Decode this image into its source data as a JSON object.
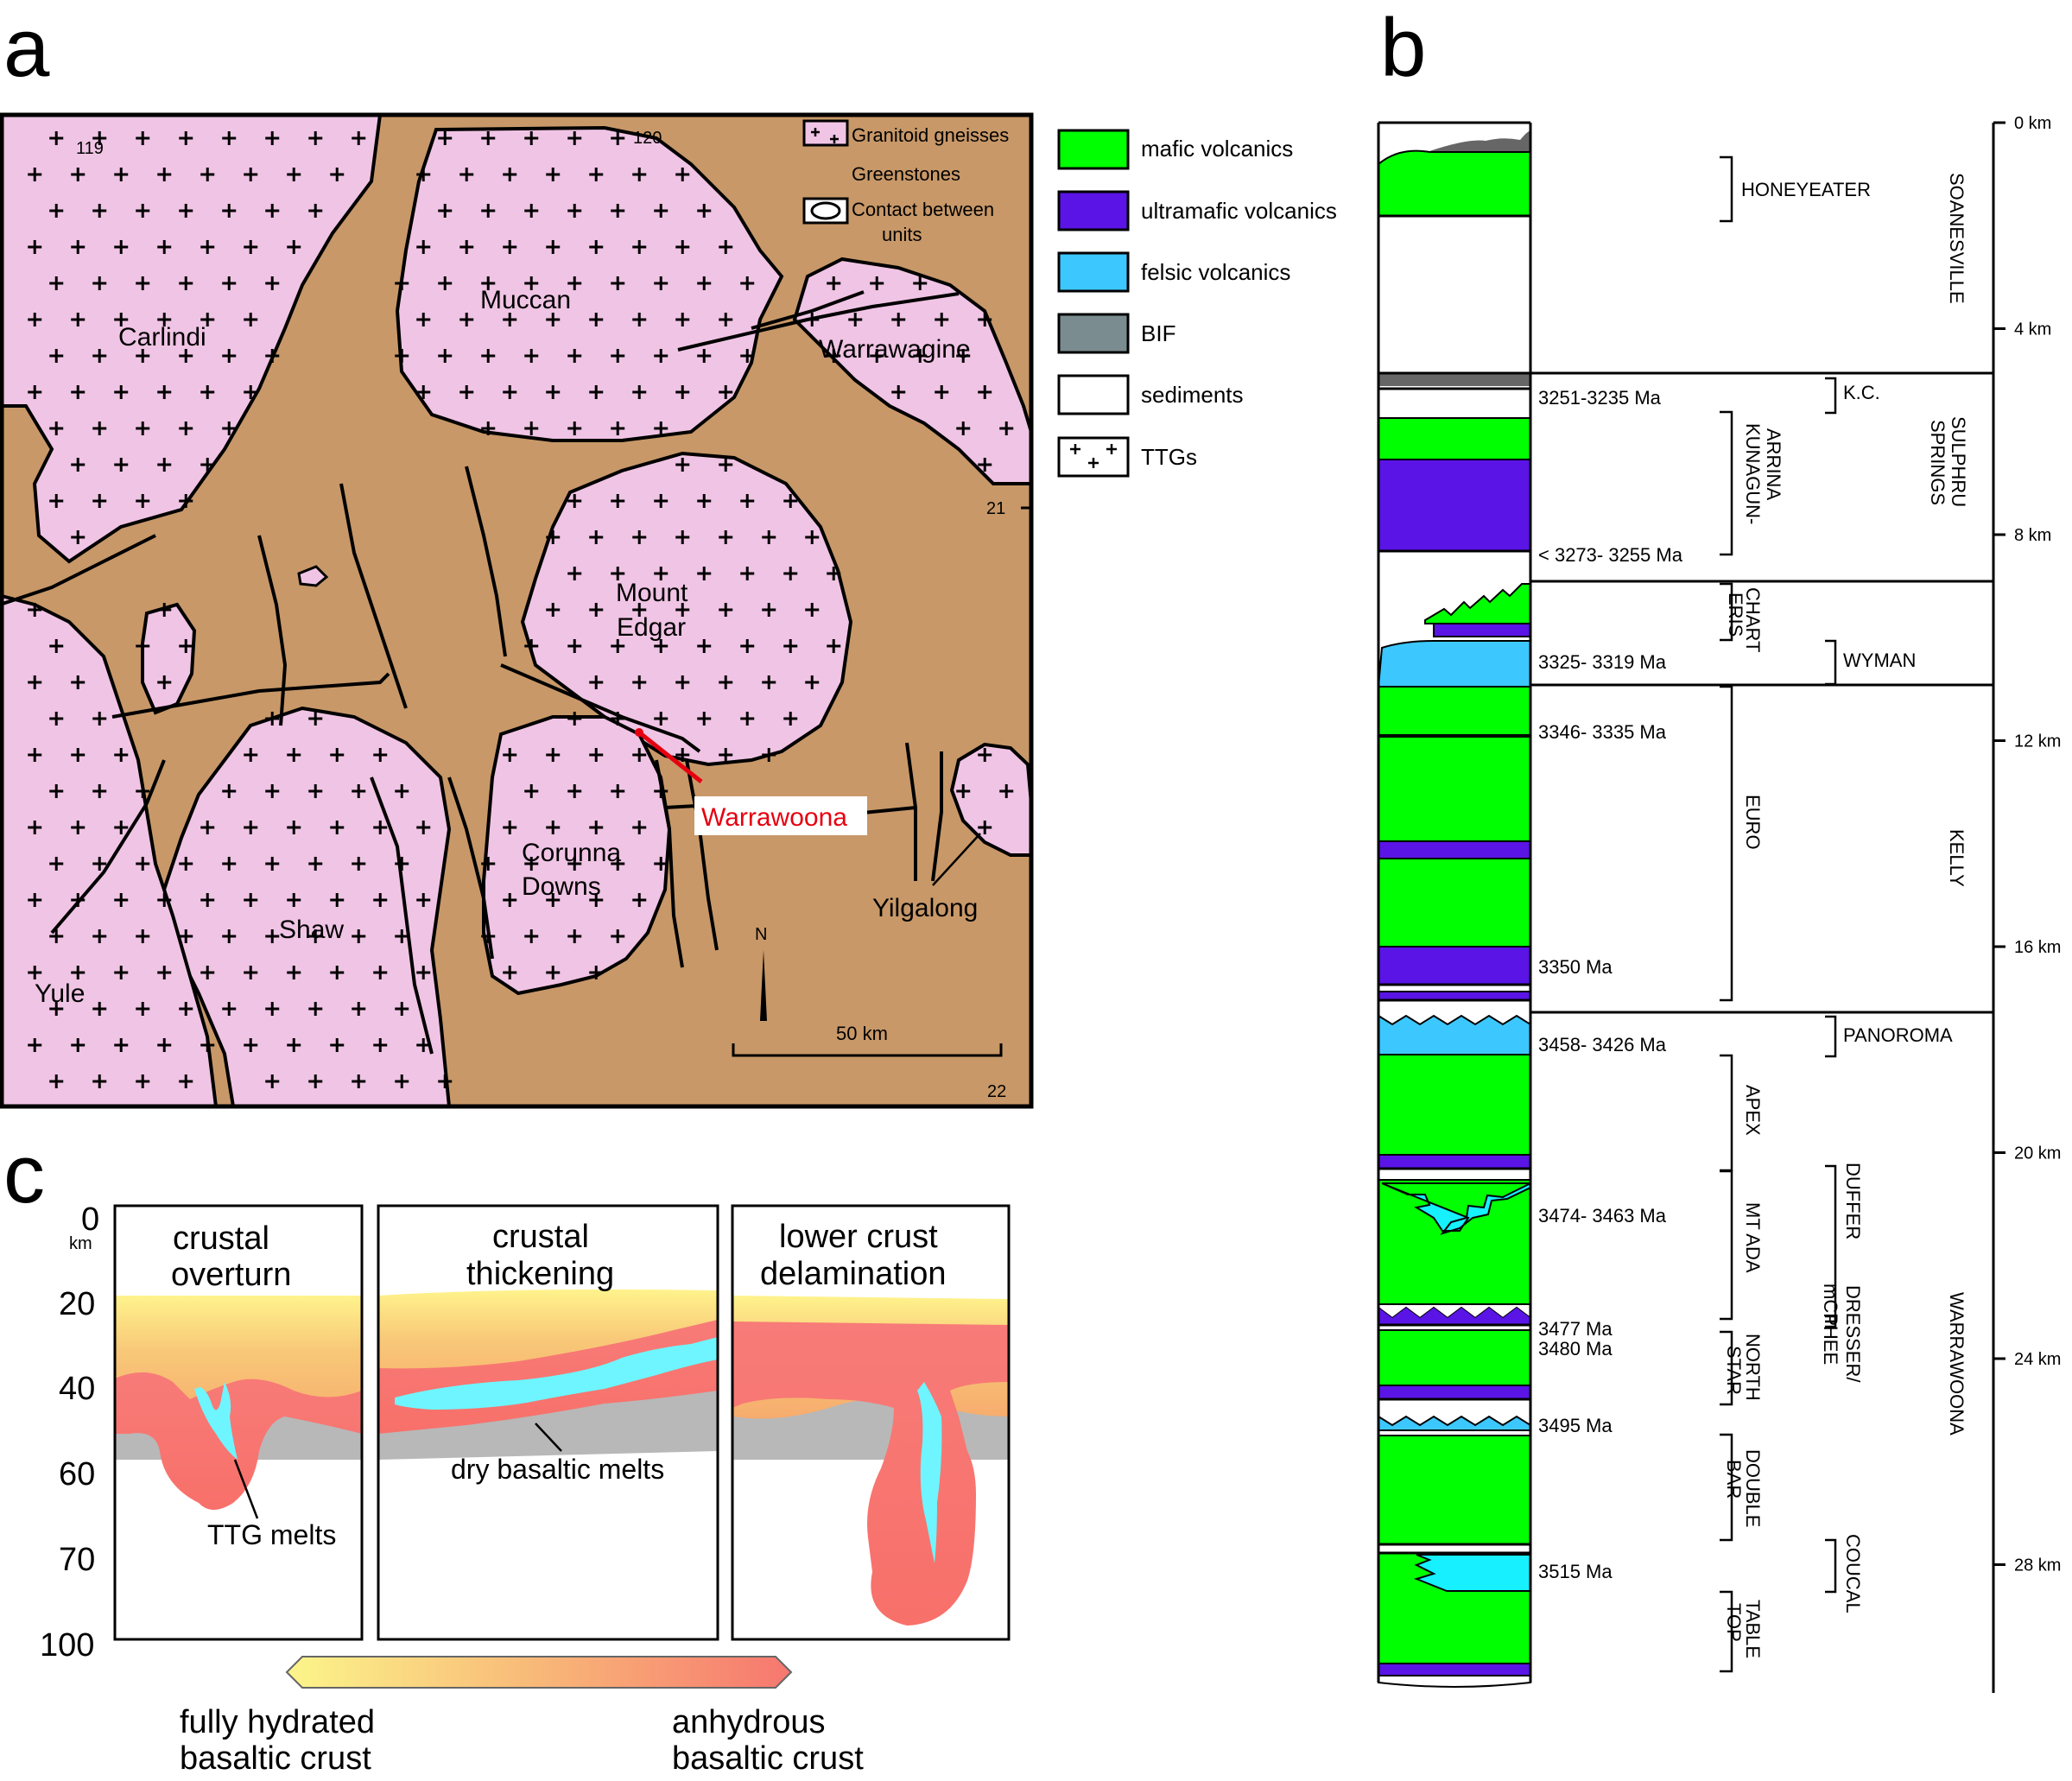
{
  "panel_labels": {
    "a": "a",
    "b": "b",
    "c": "c"
  },
  "colors": {
    "granitoid": "#f0c4e4",
    "greenstone": "#c89868",
    "mafic": "#00ff00",
    "ultramafic": "#5a14e6",
    "felsic": "#16f0ff",
    "bif": "#7a8c8f",
    "sediment": "#ffffff",
    "warrawoona_line": "#e6000f"
  },
  "map": {
    "legend": {
      "granitoid": "Granitoid gneisses",
      "greenstone": "Greenstones",
      "contact_line1": "Contact between",
      "contact_line2": "units"
    },
    "coords": {
      "lon119": "119",
      "lon120": "120",
      "lat21": "21",
      "lat22": "22"
    },
    "labels": {
      "carlindi": "Carlindi",
      "muccan": "Muccan",
      "warrawagine": "Warrawagine",
      "mount": "Mount",
      "edgar": "Edgar",
      "corunna": "Corunna",
      "downs": "Downs",
      "shaw": "Shaw",
      "yule": "Yule",
      "yilgalong": "Yilgalong",
      "warrawoona": "Warrawoona",
      "north": "N",
      "scale": "50 km"
    }
  },
  "lithology_legend": [
    {
      "key": "mafic",
      "label": "mafic volcanics"
    },
    {
      "key": "ultramafic",
      "label": "ultramafic volcanics"
    },
    {
      "key": "felsic",
      "label": "felsic volcanics"
    },
    {
      "key": "bif",
      "label": "BIF"
    },
    {
      "key": "sediment",
      "label": "sediments"
    },
    {
      "key": "ttg",
      "label": "TTGs"
    }
  ],
  "column": {
    "depth_ticks": [
      "0 km",
      "4 km",
      "8 km",
      "12 km",
      "16 km",
      "20 km",
      "24 km",
      "28 km"
    ],
    "ages": {
      "a1": "3251-3235 Ma",
      "a2": "< 3273-  3255  Ma",
      "a3": "3325- 3319 Ma",
      "a4": "3346- 3335 Ma",
      "a5": "3350 Ma",
      "a6": "3458- 3426 Ma",
      "a7": "3474- 3463 Ma",
      "a8": "3477 Ma",
      "a9": "3480 Ma",
      "a10": "3495 Ma",
      "a11": "3515 Ma"
    },
    "formations": {
      "honeyeater": "HONEYEATER",
      "kc": "K.C.",
      "kunagun1": "KUNAGUN-",
      "kunagun2": "ARRINA",
      "charteris1": "CHART",
      "charteris2": "ERIS",
      "wyman": "WYMAN",
      "euro": "EURO",
      "panorama": "PANOROMA",
      "apex": "APEX",
      "mtada": "MT ADA",
      "duffer": "DUFFER",
      "dresser1": "DRESSER/",
      "dresser2": "mCPHEE",
      "northstar1": "NORTH",
      "northstar2": "STAR",
      "doublebar1": "DOUBLE",
      "doublebar2": "BAR",
      "coucal": "COUCAL",
      "tabletop1": "TABLE",
      "tabletop2": "TOP"
    },
    "groups": {
      "soanesville": "SOANESVILLE",
      "sulphur1": "SULPHRU",
      "sulphur2": "SPRINGS",
      "kelly": "KELLY",
      "warrawoona": "WARRAWOONA"
    }
  },
  "models": {
    "depth_axis": [
      "0",
      "km",
      "20",
      "40",
      "60",
      "70",
      "100"
    ],
    "titles": [
      {
        "l1": "crustal",
        "l2": "overturn"
      },
      {
        "l1": "crustal",
        "l2": "thickening"
      },
      {
        "l1": "lower crust",
        "l2": "delamination"
      }
    ],
    "ttg_melts": "TTG melts",
    "dry_melts": "dry basaltic melts",
    "gradient_left1": "fully hydrated",
    "gradient_left2": "basaltic crust",
    "gradient_right1": "anhydrous",
    "gradient_right2": "basaltic crust"
  }
}
